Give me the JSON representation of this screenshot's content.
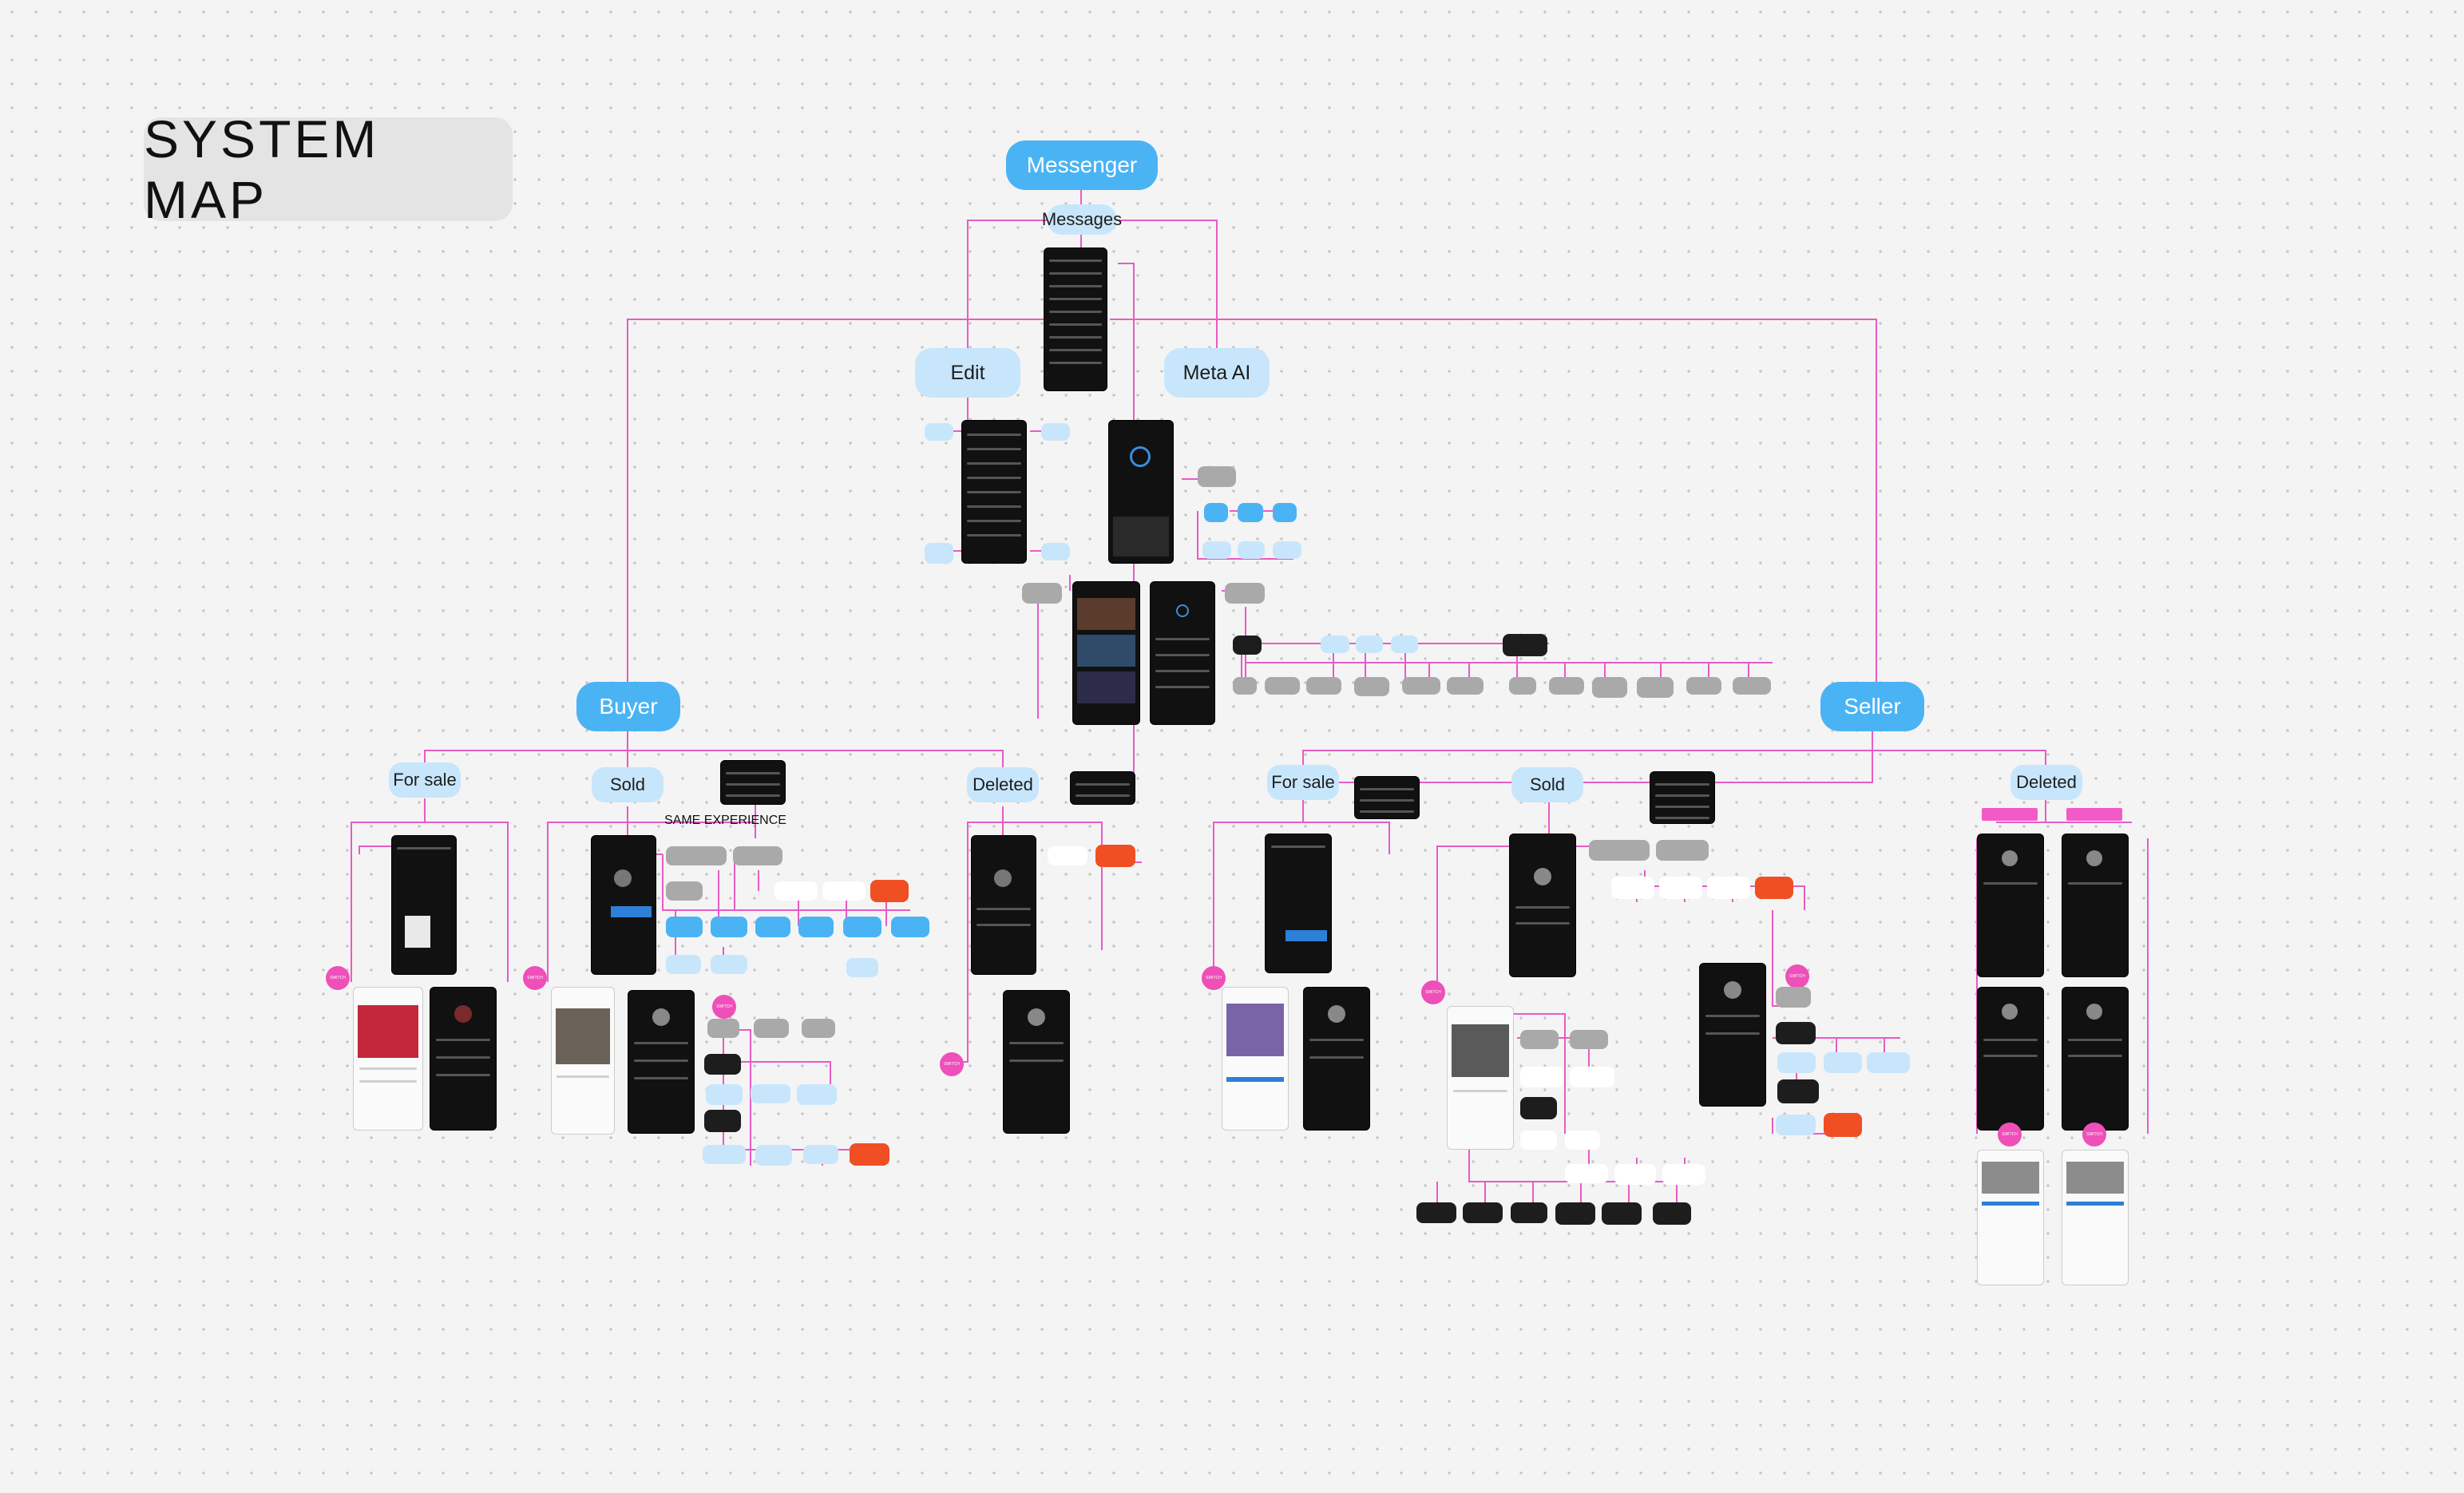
{
  "title": "SYSTEM MAP",
  "colors": {
    "connector": "#e85bc4",
    "primary": "#4ab3f4",
    "secondary": "#c8e6fb",
    "switch": "#ef4fb9",
    "report": "#f04f23"
  },
  "nodes": {
    "messenger": "Messenger",
    "messages": "Messages",
    "edit": "Edit",
    "meta_ai": "Meta AI",
    "buyer": "Buyer",
    "seller": "Seller",
    "buyer_for_sale": "For sale",
    "buyer_sold": "Sold",
    "buyer_deleted": "Deleted",
    "seller_for_sale": "For sale",
    "seller_sold": "Sold",
    "seller_deleted": "Deleted"
  },
  "annotations": {
    "same_experience": "SAME EXPERIENCE"
  },
  "switch_label": "SWITCH"
}
